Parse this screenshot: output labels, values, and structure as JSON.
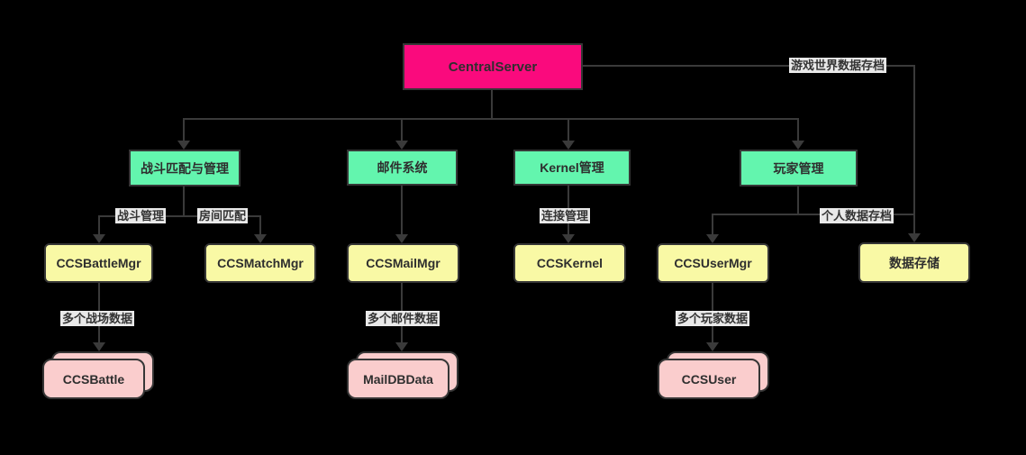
{
  "nodes": {
    "root": {
      "label": "CentralServer"
    },
    "level2": [
      {
        "label": "战斗匹配与管理"
      },
      {
        "label": "邮件系统"
      },
      {
        "label": "Kernel管理"
      },
      {
        "label": "玩家管理"
      }
    ],
    "level3": [
      {
        "label": "CCSBattleMgr"
      },
      {
        "label": "CCSMatchMgr"
      },
      {
        "label": "CCSMailMgr"
      },
      {
        "label": "CCSKernel"
      },
      {
        "label": "CCSUserMgr"
      },
      {
        "label": "数据存储"
      }
    ],
    "stacks": [
      {
        "label": "CCSBattle"
      },
      {
        "label": "MailDBData"
      },
      {
        "label": "CCSUser"
      }
    ]
  },
  "edge_labels": {
    "world_archive": "游戏世界数据存档",
    "battle_mgmt": "战斗管理",
    "room_match": "房间匹配",
    "conn_mgmt": "连接管理",
    "personal_archive": "个人数据存档",
    "multi_battle": "多个战场数据",
    "multi_mail": "多个邮件数据",
    "multi_player": "多个玩家数据"
  },
  "palette": {
    "background": "#000000",
    "root_fill": "#fa0a7d",
    "level2_fill": "#63f5ae",
    "level3_fill": "#f9f9a5",
    "stack_fill": "#facdcd",
    "line": "#3a3a3a",
    "border": "#363636",
    "edge_label_bg": "#e9e9e9",
    "text": "#2e2e2e"
  }
}
